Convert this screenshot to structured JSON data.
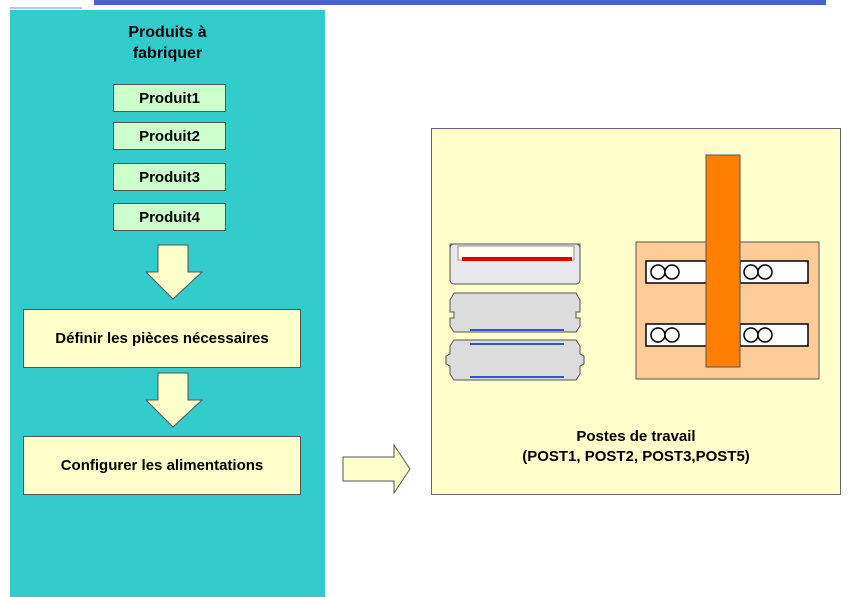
{
  "products_panel": {
    "title_line1": "Produits à",
    "title_line2": "fabriquer",
    "products": [
      "Produit1",
      "Produit2",
      "Produit3",
      "Produit4"
    ]
  },
  "steps": {
    "define_parts": "Définir les pièces nécessaires",
    "configure_feeds": "Configurer les alimentations"
  },
  "workstations": {
    "title": "Postes de travail",
    "list": "(POST1, POST2, POST3,POST5)"
  },
  "colors": {
    "left_panel": "#33cccc",
    "product_box": "#ccffcc",
    "step_box": "#ffffcc",
    "right_panel": "#ffffcc",
    "arrow": "#ffffcc",
    "machine_base": "#ffcc99",
    "machine_bar": "#ff8000",
    "tray_red": "#e00000",
    "tray_blue": "#3355cc",
    "top_bar": "#4a5fd0"
  }
}
